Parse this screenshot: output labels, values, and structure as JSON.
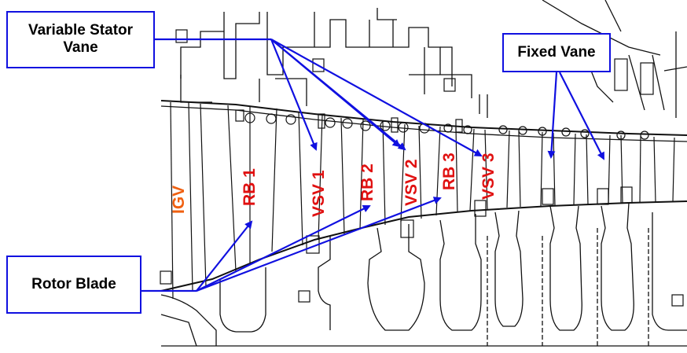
{
  "callouts": {
    "variable_stator_vane": {
      "line1": "Variable Stator",
      "line2": "Vane"
    },
    "fixed_vane": "Fixed Vane",
    "rotor_blade": "Rotor Blade"
  },
  "stage_labels": {
    "igv": "IGV",
    "rb1": "RB 1",
    "vsv1": "VSV 1",
    "rb2": "RB 2",
    "vsv2": "VSV 2",
    "rb3": "RB 3",
    "vsv3": "VSV 3"
  },
  "colors": {
    "arrow": "#1010e0",
    "stage_label_red": "#e01010",
    "igv_orange": "#f06010",
    "drawing_line": "#111111"
  }
}
